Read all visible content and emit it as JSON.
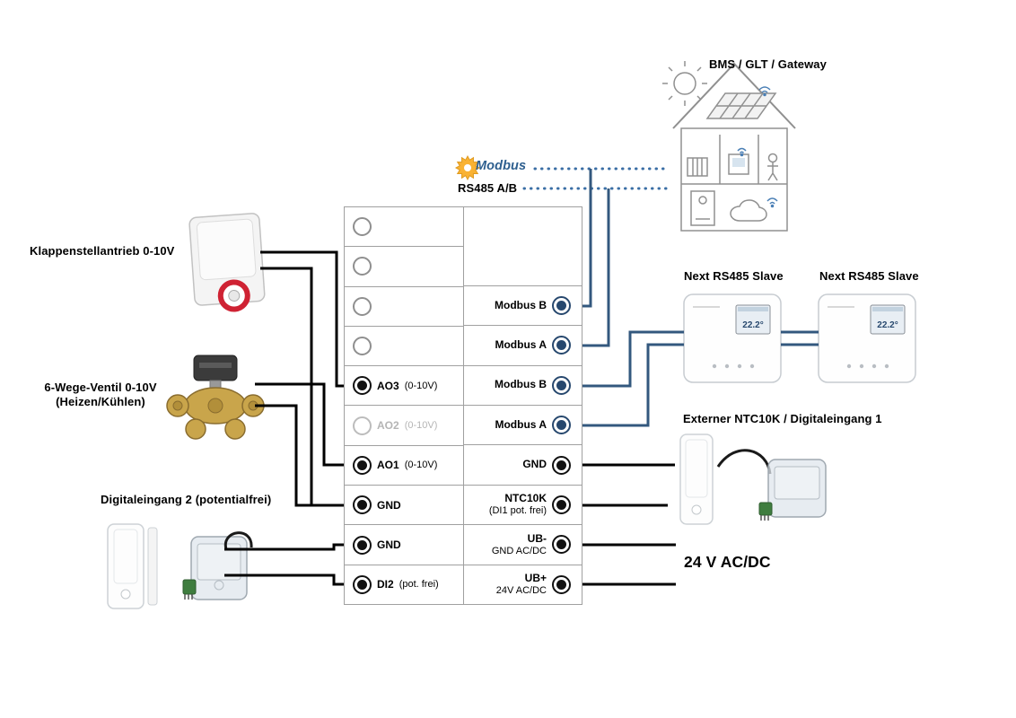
{
  "colors": {
    "wire": "#000000",
    "modbus_wire": "#33587e",
    "dotted": "#3a6ea5",
    "gear": "#f9b233",
    "modbus_text": "#2e5f8f",
    "terminal_navy": "#27486e",
    "valve_brass": "#c9a54b",
    "accent_red": "#cf2233"
  },
  "labels": {
    "damper": "Klappenstellantrieb 0-10V",
    "valve_line1": "6-Wege-Ventil 0-10V",
    "valve_line2": "(Heizen/Kühlen)",
    "di2": "Digitaleingang 2 (potentialfrei)",
    "bms": "BMS / GLT / Gateway",
    "modbus_logo": "Modbus",
    "rs485": "RS485 A/B",
    "slave_left": "Next RS485 Slave",
    "slave_right": "Next RS485 Slave",
    "ntc_di1": "Externer NTC10K / Digitaleingang 1",
    "power": "24 V AC/DC"
  },
  "terminals": {
    "left": [
      {
        "label": "",
        "sub": ""
      },
      {
        "label": "",
        "sub": ""
      },
      {
        "label": "",
        "sub": ""
      },
      {
        "label": "",
        "sub": ""
      },
      {
        "label": "AO3",
        "sub": "(0-10V)"
      },
      {
        "label": "AO2",
        "sub": "(0-10V)"
      },
      {
        "label": "AO1",
        "sub": "(0-10V)"
      },
      {
        "label": "GND",
        "sub": ""
      },
      {
        "label": "GND",
        "sub": ""
      },
      {
        "label": "DI2",
        "sub": "(pot. frei)"
      }
    ],
    "right": [
      {
        "label": "Modbus B",
        "sub": ""
      },
      {
        "label": "Modbus A",
        "sub": ""
      },
      {
        "label": "Modbus B",
        "sub": ""
      },
      {
        "label": "Modbus A",
        "sub": ""
      },
      {
        "label": "GND",
        "sub": ""
      },
      {
        "label": "NTC10K",
        "sub": "(DI1 pot. frei)"
      },
      {
        "label": "UB-",
        "sub": "GND AC/DC"
      },
      {
        "label": "UB+",
        "sub": "24V AC/DC"
      }
    ]
  },
  "devices": {
    "thermostat_temp": "22.2°"
  }
}
